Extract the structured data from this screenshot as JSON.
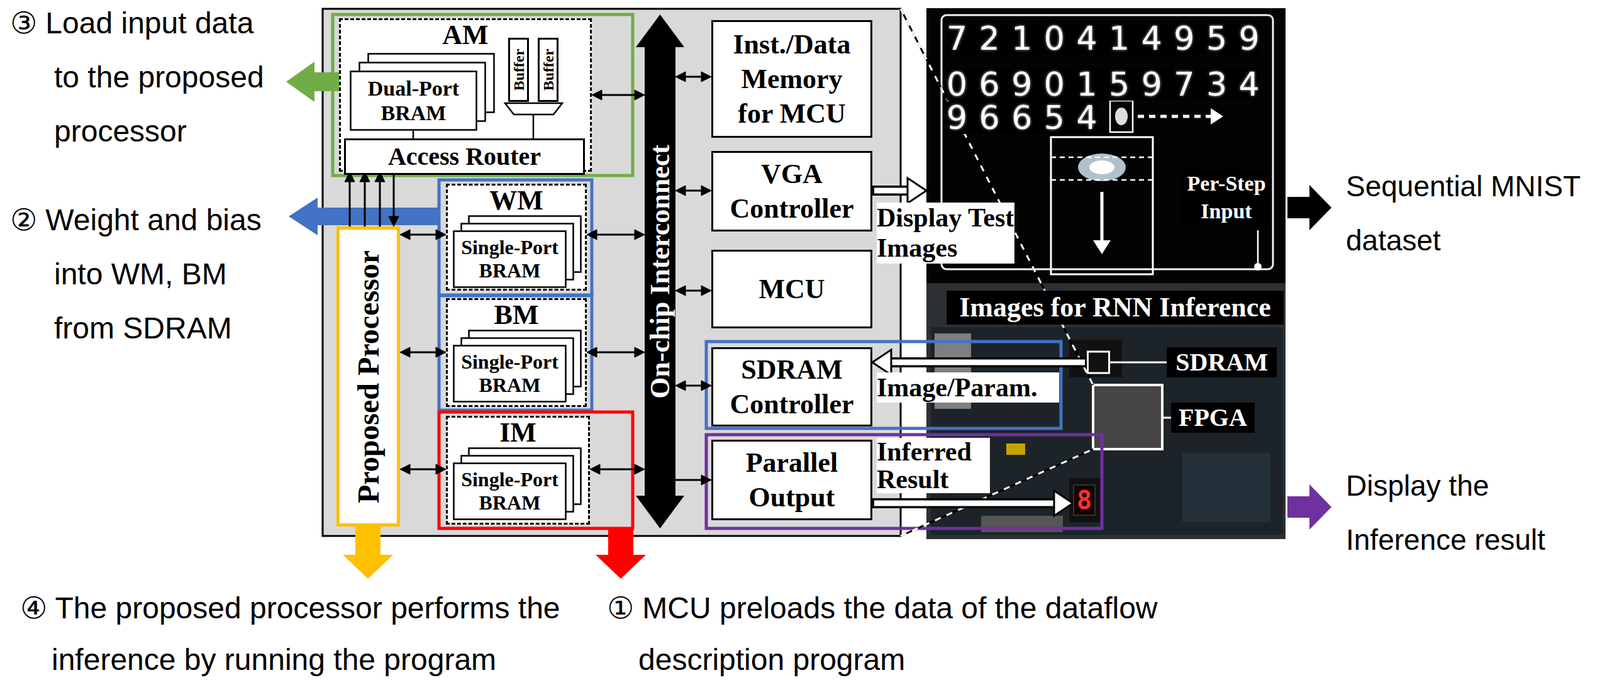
{
  "diagram": {
    "nodes": [
      {
        "text": [
          "AM"
        ]
      },
      {
        "text": [
          "Dual-Port BRAM"
        ],
        "in": 0
      },
      {
        "text": [
          "Buffer"
        ],
        "in": 0
      },
      {
        "text": [
          "Buffer"
        ],
        "in": 0
      },
      {
        "text": [
          "Access Router"
        ],
        "in": 0
      },
      {
        "text": [
          "Proposed Processor"
        ]
      },
      {
        "text": [
          "WM"
        ]
      },
      {
        "text": [
          "Single-Port BRAM"
        ],
        "in": 6
      },
      {
        "text": [
          "BM"
        ]
      },
      {
        "text": [
          "Single-Port BRAM"
        ],
        "in": 8
      },
      {
        "text": [
          "IM"
        ]
      },
      {
        "text": [
          "Single-Port BRAM"
        ],
        "in": 10
      },
      {
        "text": [
          "On-chip Interconnect"
        ]
      },
      {
        "text": [
          "Inst./Data Memory for MCU"
        ]
      },
      {
        "text": [
          "VGA Controller"
        ]
      },
      {
        "text": [
          "MCU"
        ]
      },
      {
        "text": [
          "SDRAM Controller"
        ]
      },
      {
        "text": [
          "Parallel Output"
        ]
      },
      {
        "text": [
          "Images for RNN Inference"
        ]
      },
      {
        "text": [
          "SDRAM"
        ],
        "in": 18
      },
      {
        "text": [
          "8"
        ],
        "in": 18
      }
    ],
    "edges": [
      {
        "from": 0,
        "to": 12,
        "arrow": "both"
      },
      {
        "from": 6,
        "to": 12,
        "arrow": "both"
      },
      {
        "from": 8,
        "to": 12,
        "arrow": "both"
      },
      {
        "from": 10,
        "to": 12,
        "arrow": "both"
      },
      {
        "from": 5,
        "to": 6,
        "arrow": "both"
      },
      {
        "from": 5,
        "to": 8,
        "arrow": "both"
      },
      {
        "from": 5,
        "to": 10,
        "arrow": "both"
      },
      {
        "from": 5,
        "to": 0,
        "arrow": "to"
      },
      {
        "from": 5,
        "to": 0,
        "arrow": "to"
      },
      {
        "from": 5,
        "to": 0,
        "arrow": "to"
      },
      {
        "from": 0,
        "to": 5,
        "arrow": "to"
      },
      {
        "from": 12,
        "to": 13,
        "arrow": "both"
      },
      {
        "from": 12,
        "to": 14,
        "arrow": "both"
      },
      {
        "from": 12,
        "to": 15,
        "arrow": "both"
      },
      {
        "from": 12,
        "to": 16,
        "arrow": "both"
      },
      {
        "from": 12,
        "to": 17,
        "arrow": "to"
      },
      {
        "from": 14,
        "to": 18,
        "arrow": "to",
        "label": "Display Test Images"
      },
      {
        "from": 19,
        "to": 16,
        "arrow": "to",
        "label": "Image/Param."
      },
      {
        "from": 17,
        "to": 20,
        "arrow": "to",
        "label": "Inferred Result"
      }
    ],
    "labels": [
      "③ Load input data to the proposed processor",
      "② Weight and bias into WM, BM from SDRAM",
      "④ The proposed processor performs the inference by running the program",
      "① MCU preloads the data of the dataflow description program",
      "Sequential MNIST dataset",
      "Display the Inference result",
      "Per-Step Input",
      "FPGA",
      "7 2 1 0 4 1 4 9 5 9",
      "0 6 9 0 1 5 9 7 3 4",
      "9 6 6 5 4"
    ]
  }
}
